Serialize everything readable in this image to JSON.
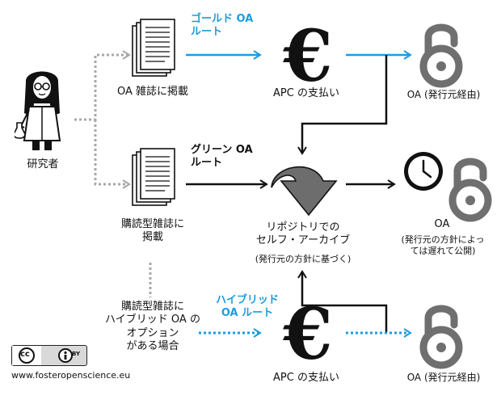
{
  "researcher_label": "研究者",
  "gold_route_label": "ゴールド OA\nルート",
  "green_route_label": "グリーン OA\nルート",
  "hybrid_route_label": "ハイブリッド\nOA ルート",
  "oa_journal_label": "OA 雑誌に掲載",
  "subscription_journal_label": "購読型雑誌に\n掲載",
  "hybrid_journal_label": "購読型雑誌に\nハイブリッド OA の\nオプション\nがある場合",
  "apc_top_label": "APC の支払い",
  "apc_bottom_label": "APC の支払い",
  "oa_top_label": "OA (発行元経由)",
  "oa_bottom_label": "OA (発行元経由)",
  "repository_label": "リポジトリでの\nセルフ・アーカイブ",
  "repository_sub_label": "(発行元の方針に基づく)",
  "oa_green_label": "OA",
  "oa_green_sub_label": "(発行元の方針によっ\nては遅れて公開)",
  "euro_symbol": "€",
  "cc_badge_text": "cc",
  "cc_by_text": "BY",
  "footer_url": "www.fosteropenscience.eu",
  "colors": {
    "gold_blue": "#1a9de0",
    "dotted_gray": "#a8a8a8",
    "ink": "#111111",
    "arrow_gray": "#6d6d6d"
  }
}
